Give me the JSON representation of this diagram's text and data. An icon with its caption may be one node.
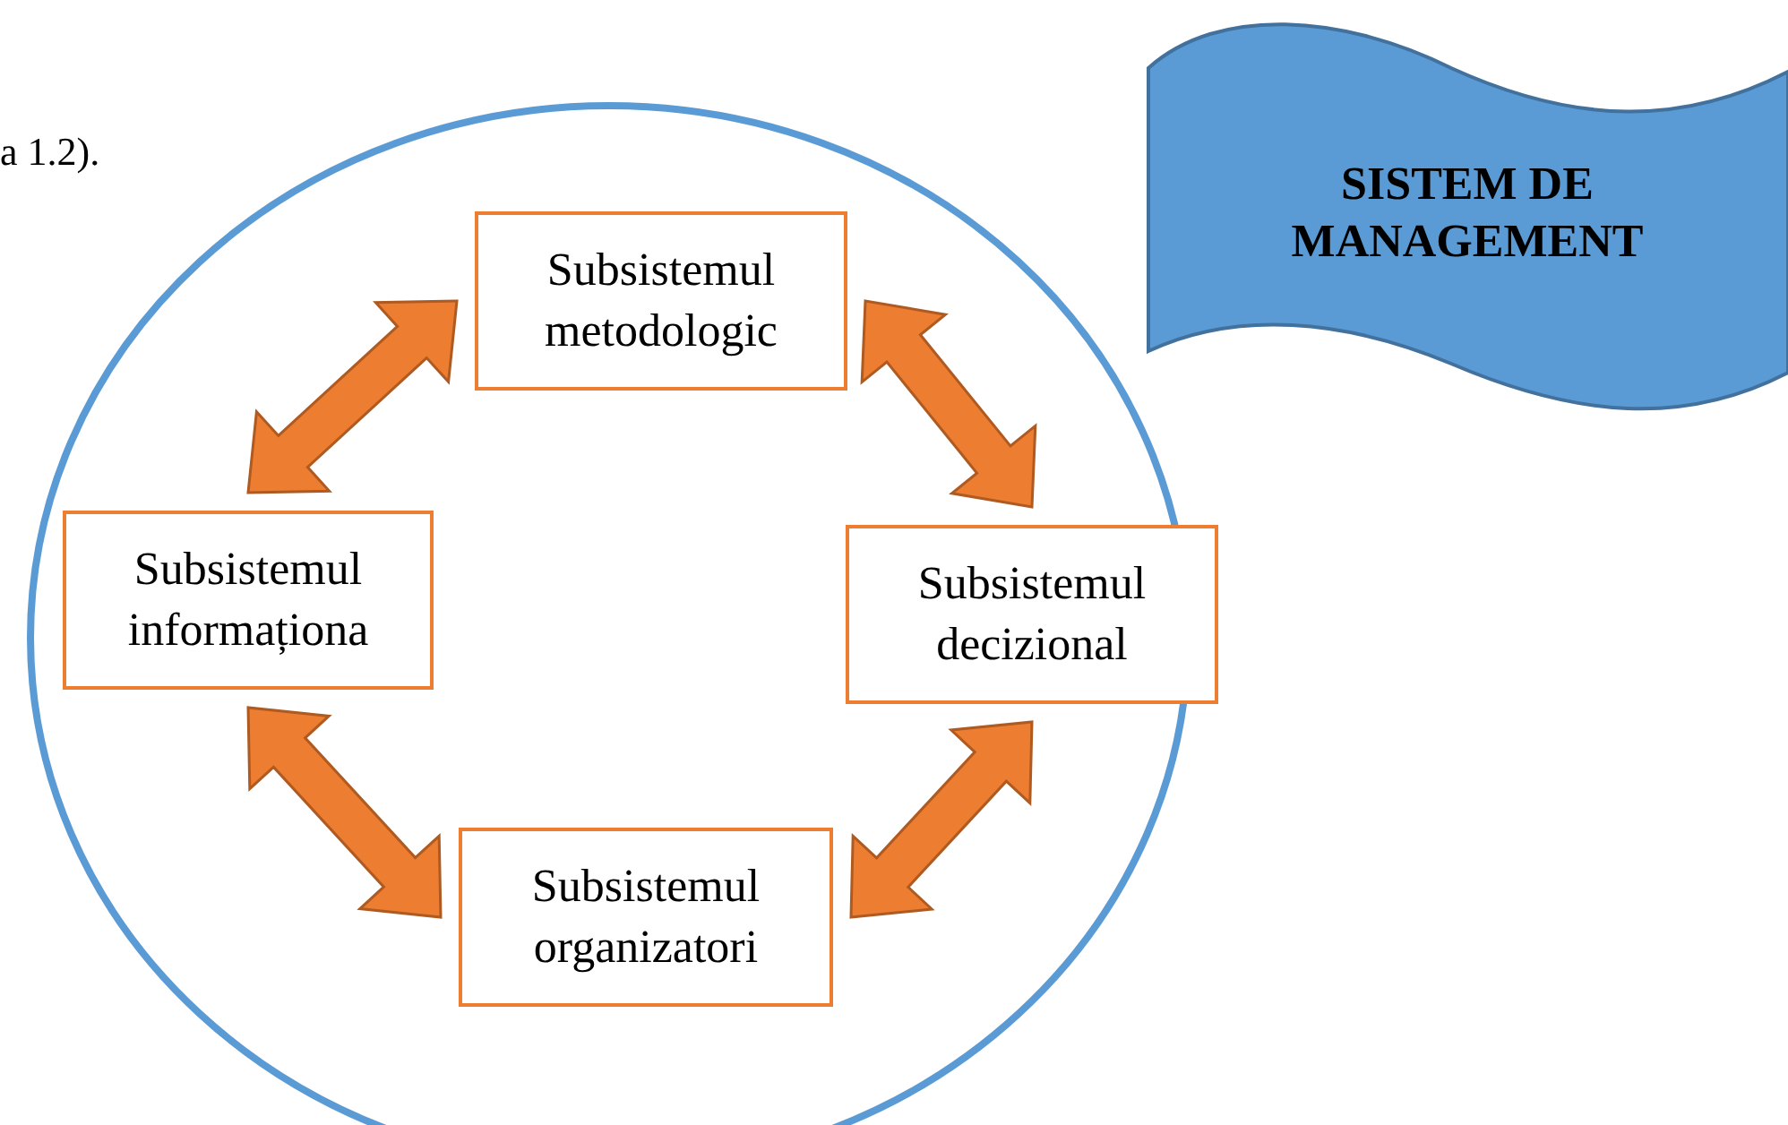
{
  "diagram": {
    "nodes": [
      {
        "text": [],
        "shape": "ellipse"
      },
      {
        "text": [
          "Subsistemul metodologic"
        ],
        "in": 0
      },
      {
        "text": [
          "Subsistemul informaționa"
        ],
        "in": 0
      },
      {
        "text": [
          "Subsistemul decizional"
        ],
        "in": 0
      },
      {
        "text": [
          "Subsistemul organizatori"
        ],
        "in": 0
      },
      {
        "text": [
          "SISTEM DE MANAGEMENT"
        ]
      }
    ],
    "edges": [
      {
        "from": 2,
        "to": 1,
        "arrow": "both",
        "style": "thick"
      },
      {
        "from": 1,
        "to": 3,
        "arrow": "both",
        "style": "thick"
      },
      {
        "from": 2,
        "to": 4,
        "arrow": "both",
        "style": "thick"
      },
      {
        "from": 4,
        "to": 3,
        "arrow": "both",
        "style": "thick"
      }
    ],
    "labels": [
      "a 1.2)."
    ]
  }
}
